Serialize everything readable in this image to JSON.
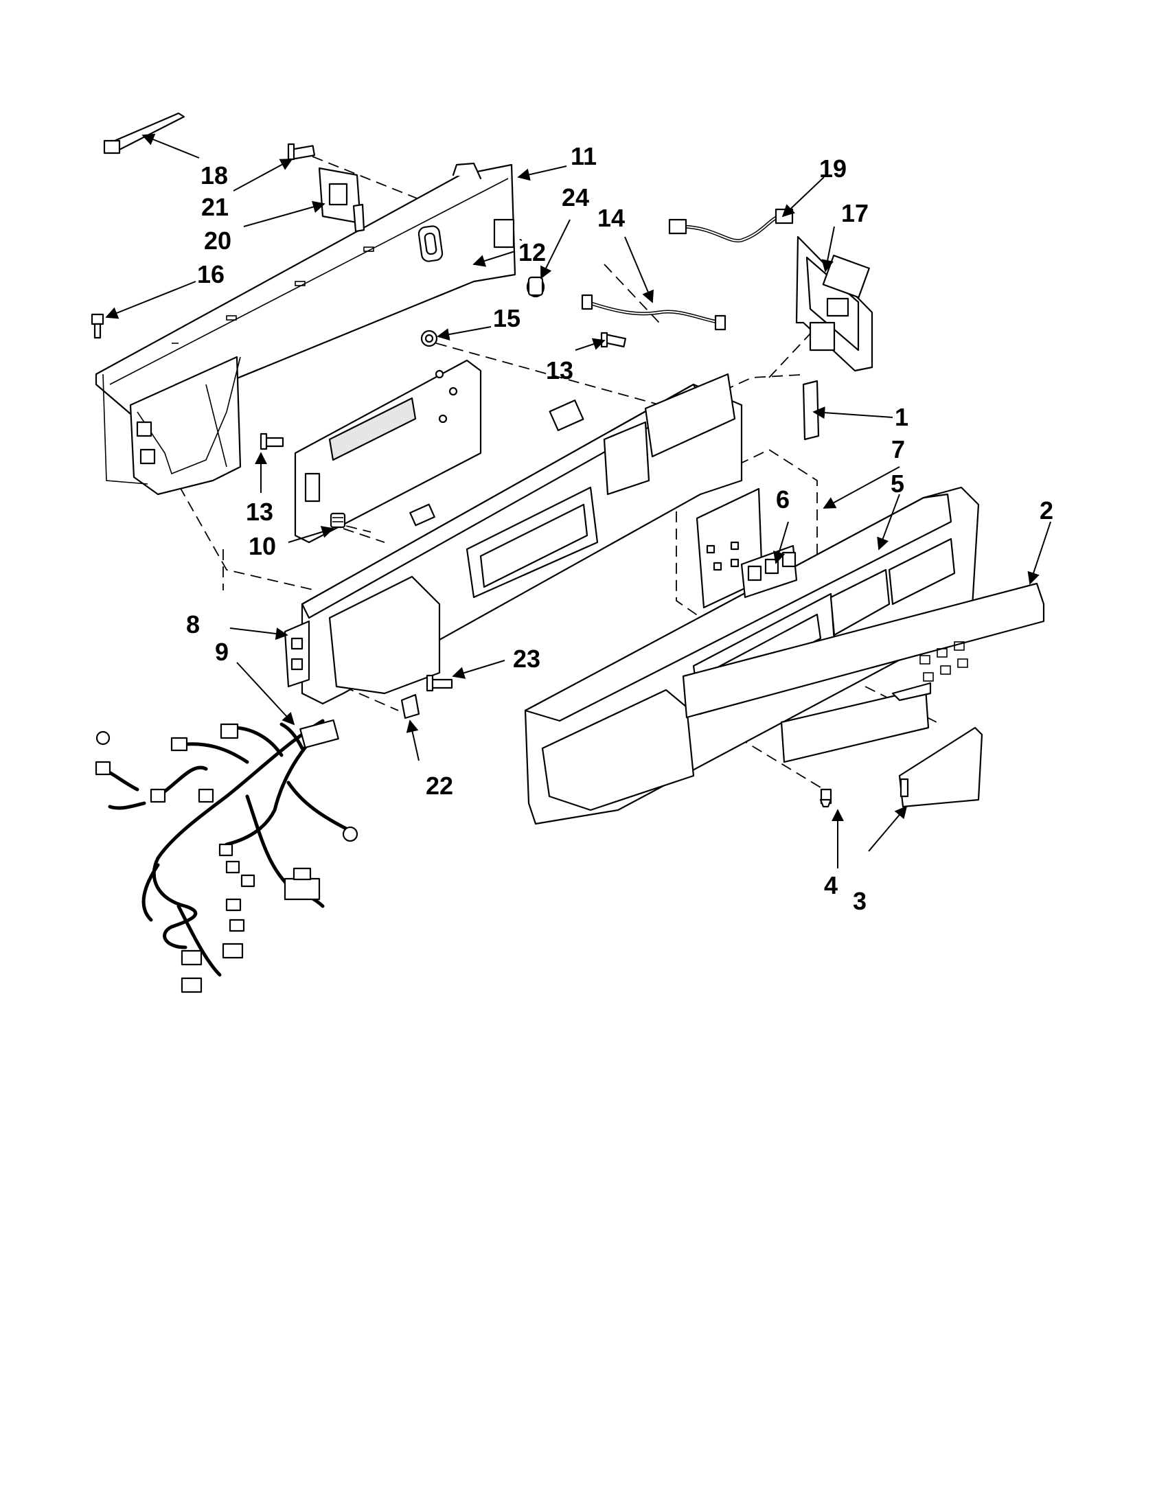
{
  "callouts": [
    {
      "key": "1",
      "text": "1"
    },
    {
      "key": "2",
      "text": "2"
    },
    {
      "key": "3",
      "text": "3"
    },
    {
      "key": "4",
      "text": "4"
    },
    {
      "key": "5",
      "text": "5"
    },
    {
      "key": "6",
      "text": "6"
    },
    {
      "key": "7",
      "text": "7"
    },
    {
      "key": "8",
      "text": "8"
    },
    {
      "key": "9",
      "text": "9"
    },
    {
      "key": "10",
      "text": "10"
    },
    {
      "key": "11",
      "text": "11"
    },
    {
      "key": "12",
      "text": "12"
    },
    {
      "key": "13a",
      "text": "13"
    },
    {
      "key": "13b",
      "text": "13"
    },
    {
      "key": "14",
      "text": "14"
    },
    {
      "key": "15",
      "text": "15"
    },
    {
      "key": "16",
      "text": "16"
    },
    {
      "key": "17",
      "text": "17"
    },
    {
      "key": "18",
      "text": "18"
    },
    {
      "key": "19",
      "text": "19"
    },
    {
      "key": "20",
      "text": "20"
    },
    {
      "key": "21",
      "text": "21"
    },
    {
      "key": "22",
      "text": "22"
    },
    {
      "key": "23",
      "text": "23"
    },
    {
      "key": "24",
      "text": "24"
    }
  ]
}
